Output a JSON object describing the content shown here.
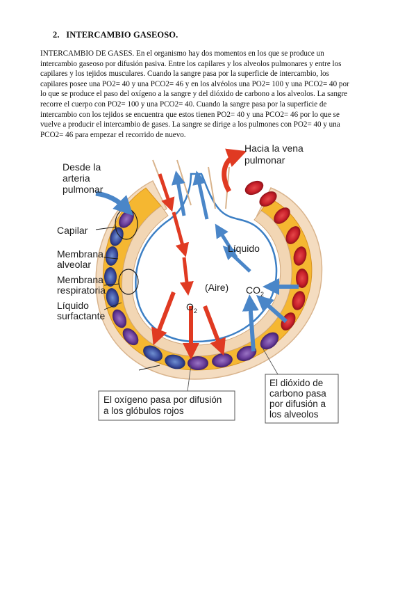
{
  "section": {
    "number": "2.",
    "title": "INTERCAMBIO GASEOSO."
  },
  "paragraph_lines": [
    "INTERCAMBIO DE GASES. En el organismo hay dos momentos en los que se produce un",
    "intercambio gaseoso por difusión pasiva. Entre los capilares y los alveolos pulmonares y entre los",
    "capilares y los tejidos musculares. Cuando la sangre pasa por la superficie de intercambio, los",
    "capilares posee una PO2= 40 y una PCO2= 46 y en los alvéolos una PO2= 100 y una PCO2= 40 por",
    "lo que se produce el paso del oxígeno a la sangre y del dióxido de carbono a los alveolos. La sangre",
    "recorre el cuerpo con PO2= 100 y una PCO2= 40. Cuando la sangre pasa por la superficie de",
    "intercambio con los tejidos se encuentra que estos tienen PO2= 40 y una PCO2= 46 por lo que se",
    "vuelve a producir el intercambio de gases. La sangre se dirige a los pulmones con PO2= 40 y una",
    "PCO2= 46 para empezar el recorrido de nuevo."
  ],
  "figure": {
    "label_desde_1": "Desde la",
    "label_desde_2": "arteria",
    "label_desde_3": "pulmonar",
    "label_hacia_1": "Hacia la vena",
    "label_hacia_2": "pulmonar",
    "label_capilar": "Capilar",
    "label_membrana_alv_1": "Membrana",
    "label_membrana_alv_2": "alveolar",
    "label_membrana_resp_1": "Membrana",
    "label_membrana_resp_2": "respiratoria",
    "label_liquido_surf_1": "Líquido",
    "label_liquido_surf_2": "surfactante",
    "label_liquido": "Líquido",
    "label_aire": "(Aire)",
    "label_co2": "CO",
    "label_co2_sub": "2",
    "label_o2": "O",
    "label_o2_sub": "2",
    "caption_oxigeno_1": "El oxígeno pasa por difusión",
    "caption_oxigeno_2": "a los glóbulos rojos",
    "caption_dioxido_1": "El dióxido de",
    "caption_dioxido_2": "carbono pasa",
    "caption_dioxido_3": "por difusión a",
    "caption_dioxido_4": "los alveolos",
    "colors": {
      "capillary_yellow": "#f5b731",
      "membrane_beige": "#f4dcc0",
      "cell_red": "#c8202a",
      "cell_purple": "#6a3e9a",
      "arrow_red": "#e03a22",
      "arrow_blue": "#4a86c8",
      "air_blue": "#ffffff",
      "outline_blue": "#3c7fc4"
    }
  }
}
